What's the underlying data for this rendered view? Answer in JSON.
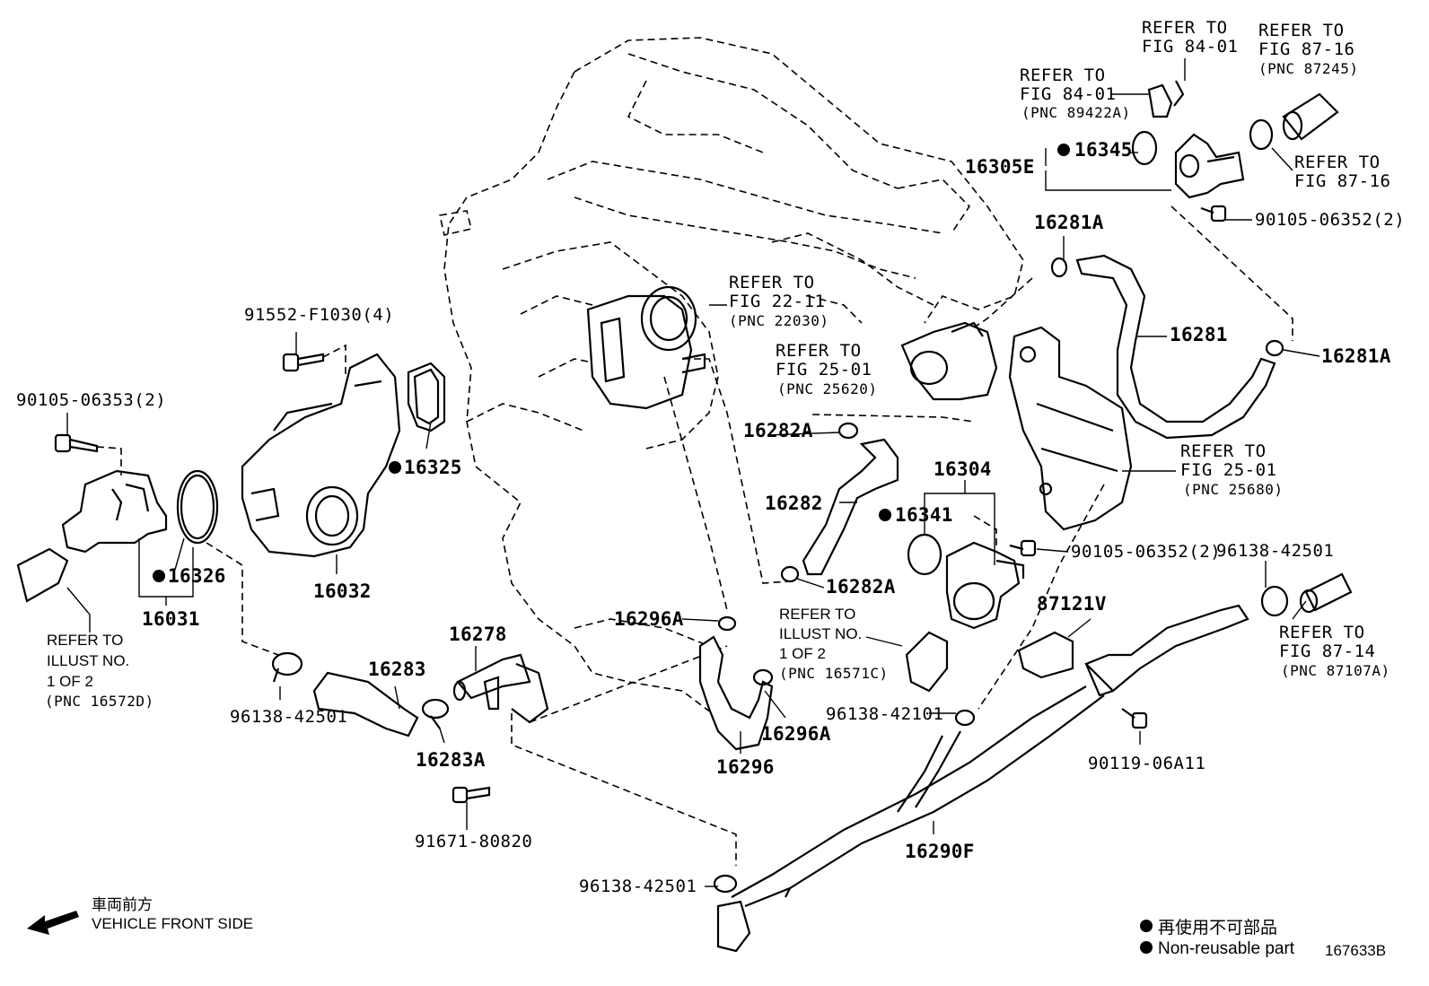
{
  "labels": {
    "refer_84_01_a": [
      "REFER TO",
      "FIG 84-01"
    ],
    "refer_87_16_a": [
      "REFER TO",
      "FIG 87-16",
      "(PNC 87245)"
    ],
    "refer_84_01_b": [
      "REFER TO",
      "FIG 84-01",
      "(PNC 89422A)"
    ],
    "p16345": "16345",
    "p16305E": "16305E",
    "refer_87_16_b": [
      "REFER TO",
      "FIG 87-16"
    ],
    "p90105_06352_top": "90105-06352(2)",
    "p16281A_top": "16281A",
    "refer_22_11": [
      "REFER TO",
      "FIG 22-11",
      "(PNC 22030)"
    ],
    "p16281": "16281",
    "p16281A_right": "16281A",
    "p91552": "91552-F1030(4)",
    "refer_25_01_a": [
      "REFER TO",
      "FIG 25-01",
      "(PNC 25620)"
    ],
    "p90105_06353": "90105-06353(2)",
    "p16282A_top": "16282A",
    "refer_25_01_b": [
      "REFER TO",
      "FIG 25-01",
      "(PNC 25680)"
    ],
    "p16325": "16325",
    "p16304": "16304",
    "p16282": "16282",
    "p16341": "16341",
    "p90105_06352_mid": "90105-06352(2)",
    "p96138_42501_r": "96138-42501",
    "p16326": "16326",
    "p16032": "16032",
    "p16282A_bot": "16282A",
    "p87121V": "87121V",
    "p16031": "16031",
    "p16296A_top": "16296A",
    "p16278": "16278",
    "refer_illust_r": [
      "REFER TO",
      "ILLUST NO.",
      "1 OF 2",
      "(PNC 16571C)"
    ],
    "refer_87_14": [
      "REFER TO",
      "FIG 87-14",
      "(PNC 87107A)"
    ],
    "refer_illust_l": [
      "REFER TO",
      "ILLUST NO.",
      "1 OF 2",
      "(PNC 16572D)"
    ],
    "p16283": "16283",
    "p96138_42501_l": "96138-42501",
    "p96138_42101": "96138-42101",
    "p16296A_bot": "16296A",
    "p16283A": "16283A",
    "p16296": "16296",
    "p90119": "90119-06A11",
    "p91671": "91671-80820",
    "p16290F": "16290F",
    "p96138_42501_b": "96138-42501",
    "front_jp": "車両前方",
    "front_en": "VEHICLE FRONT SIDE",
    "legend_jp": "再使用不可部品",
    "legend_en": "Non-reusable part",
    "fig_id": "167633B"
  }
}
